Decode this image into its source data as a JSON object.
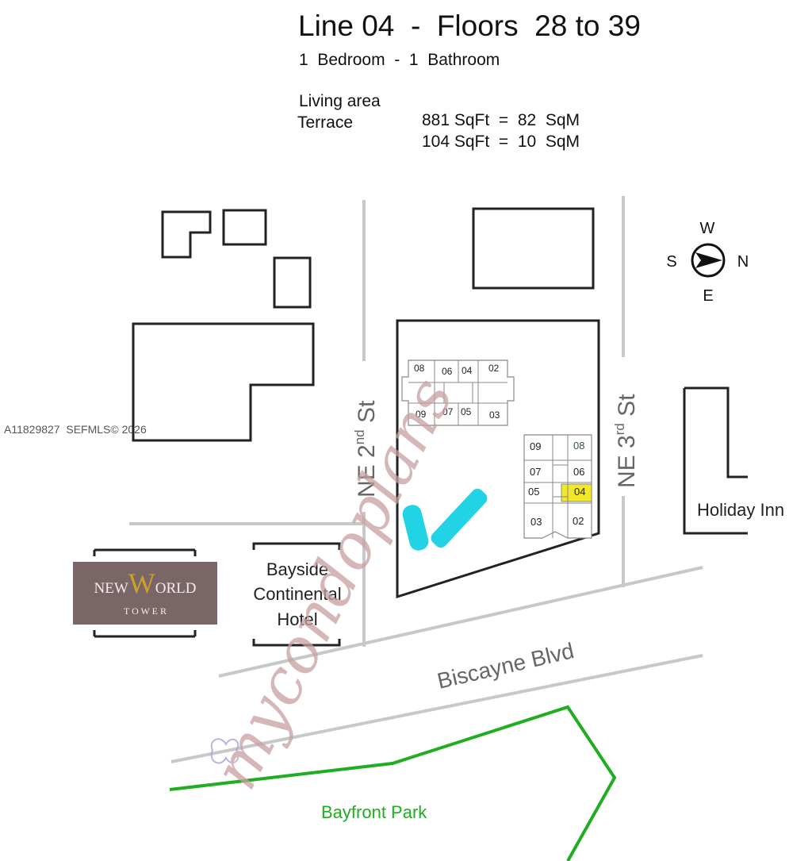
{
  "header": {
    "title": "Line 04  -  Floors  28 to 39",
    "unit_type": "1  Bedroom  -  1  Bathroom",
    "living_label": "Living area",
    "living_value": "881 SqFt  =  82  SqM",
    "terrace_label": "Terrace",
    "terrace_value": "104 SqFt  =  10  SqM"
  },
  "compass": {
    "north": "N",
    "south": "S",
    "east": "E",
    "west": "W"
  },
  "streets": {
    "ne2_main": "NE 2",
    "ne2_sup": "nd",
    "ne2_st": " St",
    "ne3_main": "NE 3",
    "ne3_sup": "rd",
    "ne3_st": " St",
    "biscayne": "Biscayne Blvd"
  },
  "landmarks": {
    "bayside_line1": "Bayside",
    "bayside_line2": "Continental",
    "bayside_line3": "Hotel",
    "holiday_inn": "Holiday Inn",
    "bayfront_park": "Bayfront Park",
    "new_world_line1_a": "NEW",
    "new_world_line1_b": "W",
    "new_world_line1_c": "ORLD",
    "new_world_line2": "T O W E R"
  },
  "tower_north": {
    "top_units": [
      "08",
      "06",
      "04",
      "02"
    ],
    "bottom_units": [
      "09",
      "07",
      "05",
      "03"
    ]
  },
  "tower_south": {
    "left_units": [
      "09",
      "07",
      "05",
      "03"
    ],
    "right_units": [
      "08",
      "06",
      "04",
      "02"
    ],
    "highlighted_unit": "04"
  },
  "colors": {
    "highlight": "#f2e82a",
    "park_line": "#1fae1f",
    "logo_bg": "#7a6666",
    "logo_gold": "#c9a227",
    "pool": "#22d3e6",
    "road": "#c8c8c8",
    "watermark": "#c9a0a0"
  },
  "watermark": {
    "brand": "mycondoplans",
    "listing": "A11829827  SEFMLS© 2026"
  }
}
